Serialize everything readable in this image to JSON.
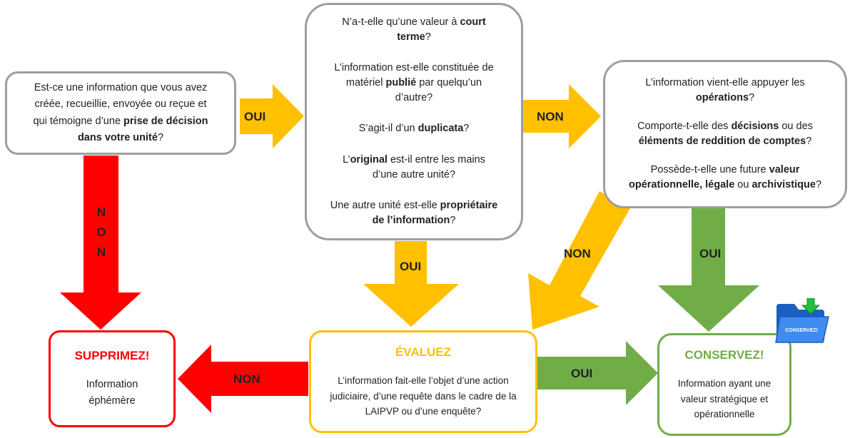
{
  "start": {
    "line1": "Est-ce une information que vous avez",
    "line2": "créée, recueillie, envoyée ou reçue et",
    "line3a": "qui témoigne d’une ",
    "line3b": "prise de décision",
    "line4a": "dans votre unité",
    "line4b": "?"
  },
  "criteria": {
    "q1a": "N’a-t-elle qu’une valeur à ",
    "q1b": "court terme",
    "q1c": "?",
    "q2a": "L’information est-elle constituée de matériel ",
    "q2b": "publié",
    "q2c": " par quelqu’un d’autre?",
    "q3a": "S’agit-il d’un ",
    "q3b": "duplicata",
    "q3c": "?",
    "q4a": "L’",
    "q4b": "original",
    "q4c": " est-il entre les mains d’une autre unité?",
    "q5a": "Une autre unité est-elle ",
    "q5b": "propriétaire de l’information",
    "q5c": "?"
  },
  "operations": {
    "q1a": "L’information vient-elle appuyer les ",
    "q1b": "opérations",
    "q1c": "?",
    "q2a": "Comporte-t-elle des ",
    "q2b": "décisions",
    "q2c": " ou des ",
    "q2d": "éléments de reddition de comptes",
    "q2e": "?",
    "q3a": "Possède-t-elle une future ",
    "q3b": "valeur opérationnelle, légale",
    "q3c": " ou ",
    "q3d": "archivistique",
    "q3e": "?"
  },
  "delete_box": {
    "title": "SUPPRIMEZ!",
    "text": "Information éphémère"
  },
  "evaluate_box": {
    "title": "ÉVALUEZ",
    "text": "L’information fait-elle l’objet d’une action judiciaire, d’une requête dans le cadre de la LAIPVP ou d’une enquête?"
  },
  "keep_box": {
    "title": "CONSERVEZ!",
    "text": "Information ayant une valeur stratégique et opérationnelle"
  },
  "arrows": {
    "start_to_criteria": "OUI",
    "start_to_delete": "NON",
    "criteria_to_operations": "NON",
    "criteria_to_evaluate": "OUI",
    "operations_to_evaluate": "NON",
    "operations_to_keep": "OUI",
    "evaluate_to_delete": "NON",
    "evaluate_to_keep": "OUI"
  },
  "folder_icon": {
    "icon": "folder-download-icon",
    "label": "CONSERVEZ!"
  },
  "colors": {
    "gray": "#9e9e9e",
    "red": "#ff0000",
    "yellow": "#ffc000",
    "green": "#70ad47",
    "folder_blue": "#2f7fe0"
  }
}
